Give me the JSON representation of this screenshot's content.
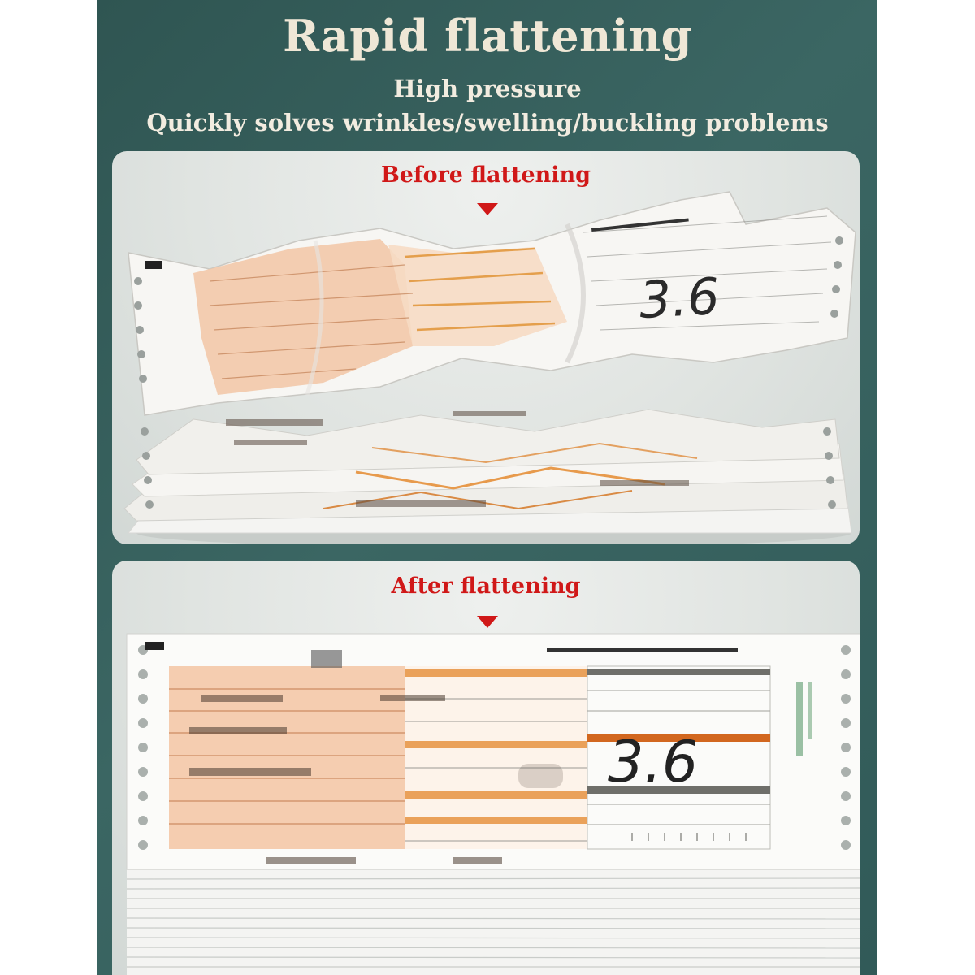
{
  "header": {
    "title": "Rapid flattening",
    "line1": "High pressure",
    "line2": "Quickly solves wrinkles/swelling/buckling problems"
  },
  "before": {
    "label": "Before flattening",
    "handwritten": "3.6"
  },
  "after": {
    "label": "After flattening",
    "handwritten": "3.6"
  },
  "colors": {
    "background": "#345c59",
    "heading": "#efe7d6",
    "label_red": "#d01818",
    "panel": "#e3e6e3"
  }
}
